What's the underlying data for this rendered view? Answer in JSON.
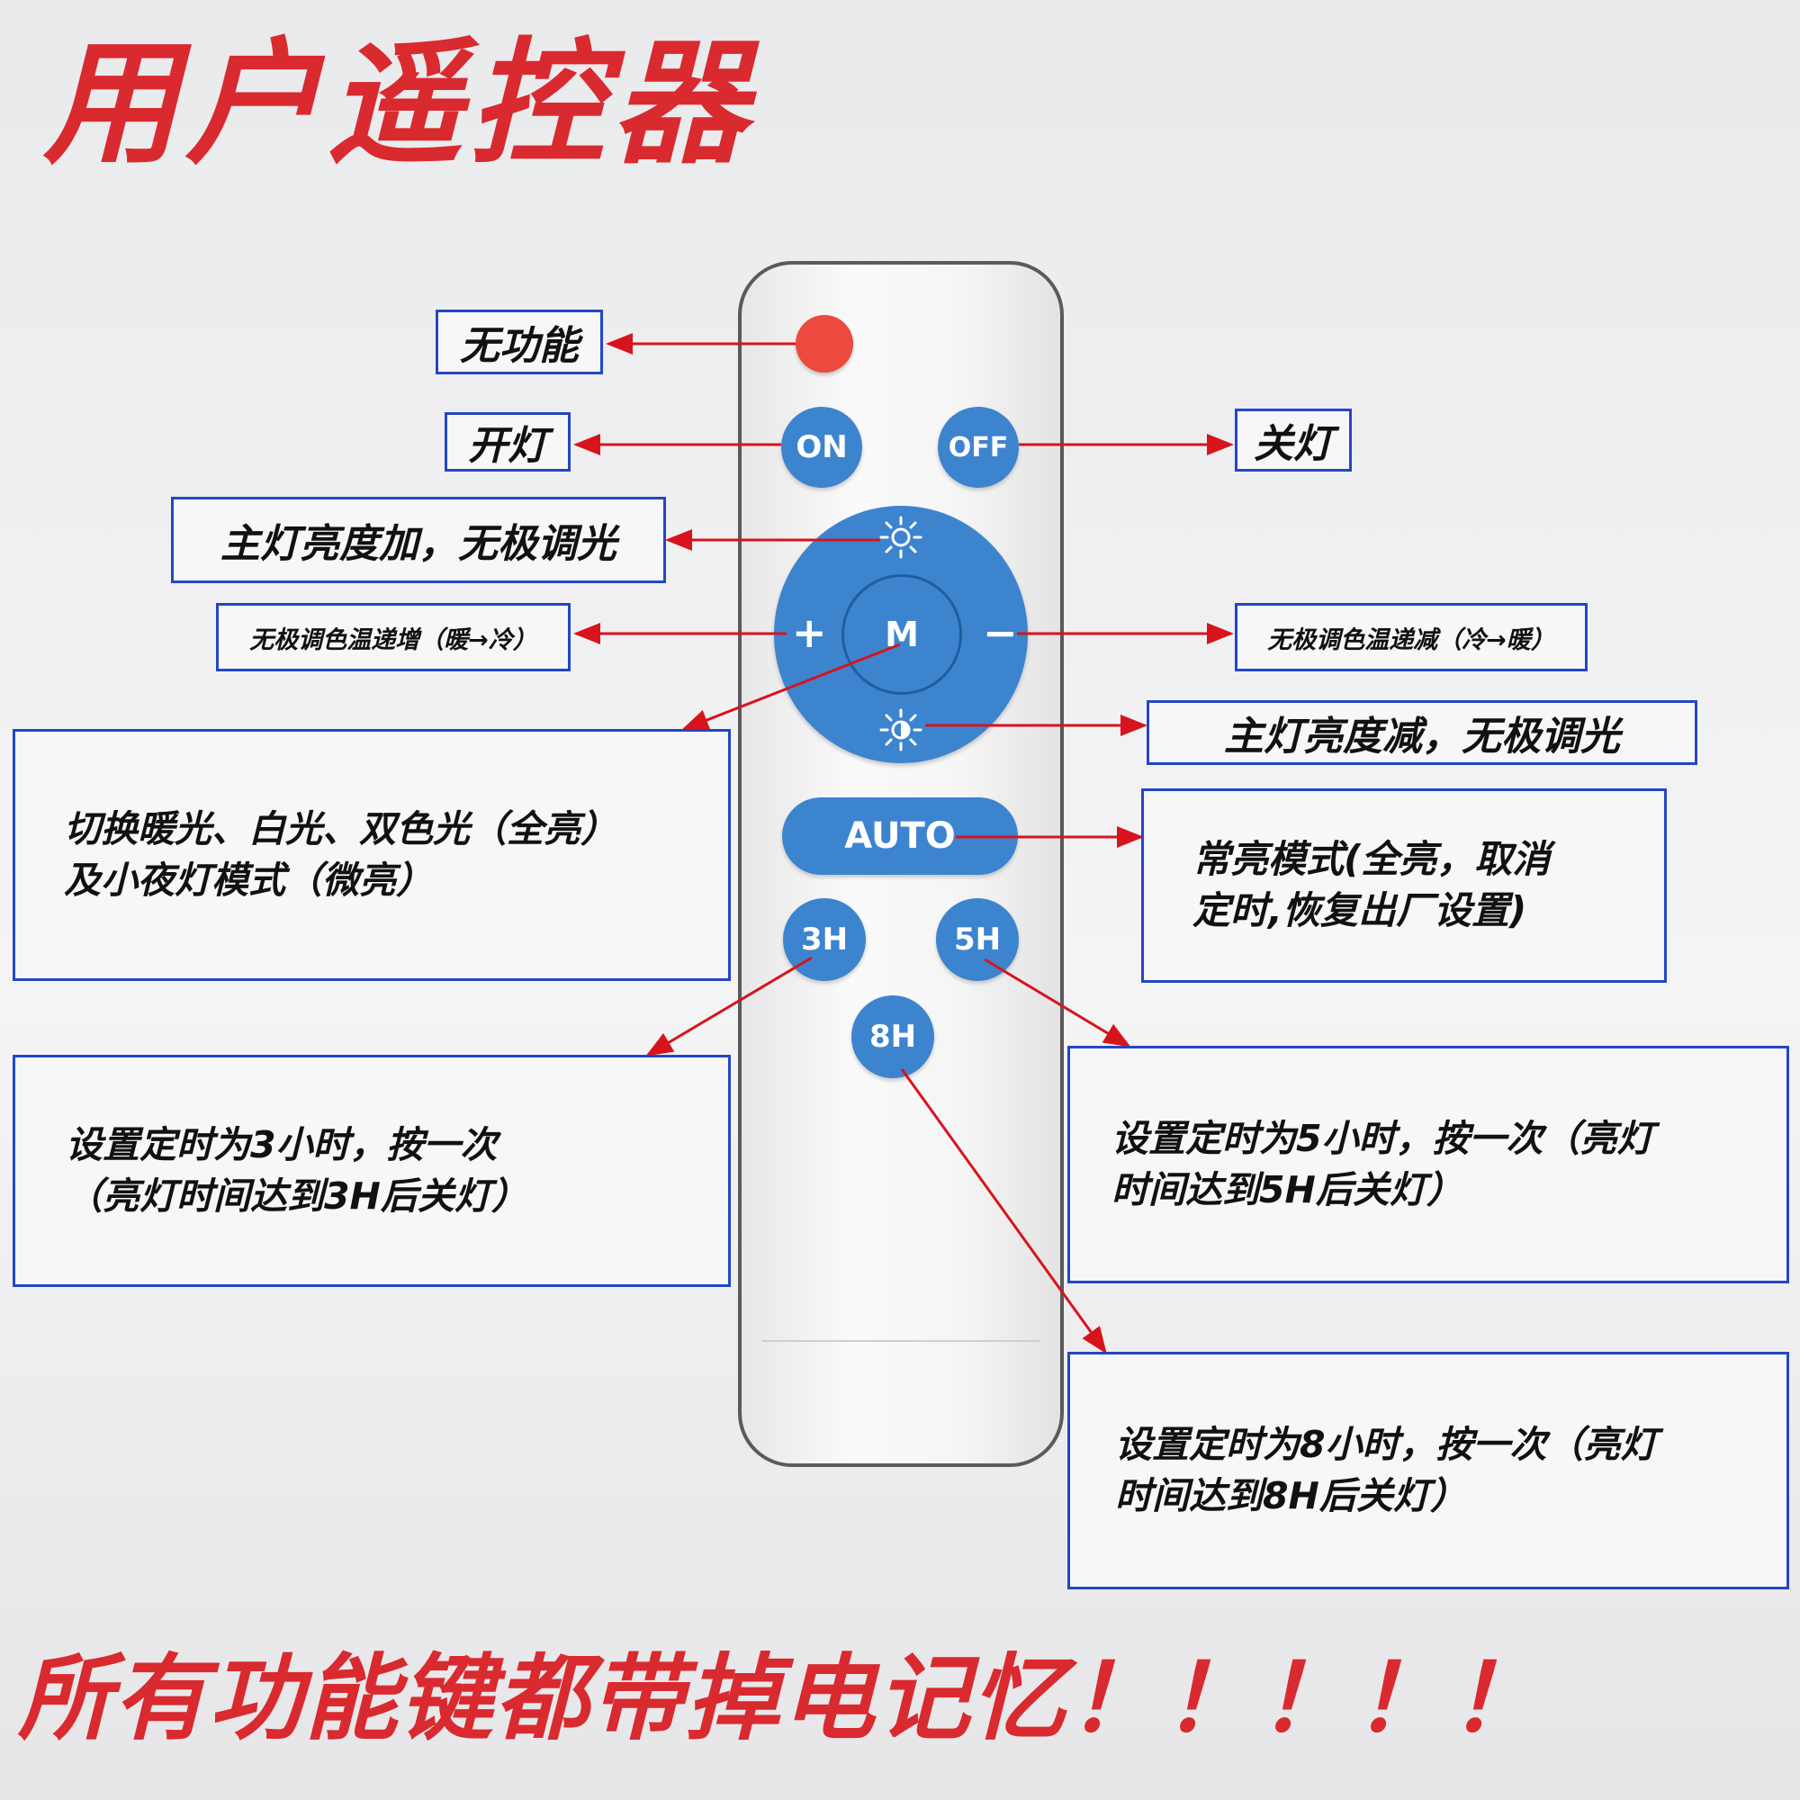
{
  "title": "用户遥控器",
  "footer": "所有功能键都带掉电记忆！！！！！",
  "buttons": {
    "on": "ON",
    "off": "OFF",
    "mode": "M",
    "plus": "+",
    "minus": "−",
    "auto": "AUTO",
    "h3": "3H",
    "h5": "5H",
    "h8": "8H"
  },
  "labels": {
    "no_function": "无功能",
    "light_on": "开灯",
    "light_off": "关灯",
    "brightness_up": "主灯亮度加，无极调光",
    "color_temp_up": "无极调色温递增（暖→冷）",
    "color_temp_down": "无极调色温递减（冷→暖）",
    "brightness_down": "主灯亮度减，无极调光",
    "mode_switch_line1": "切换暖光、白光、双色光（全亮）",
    "mode_switch_line2": "及小夜灯模式（微亮）",
    "auto_line1": "常亮模式(全亮，取消",
    "auto_line2": "定时,恢复出厂设置)",
    "timer3_line1": "设置定时为3小时，按一次",
    "timer3_line2": "（亮灯时间达到3H后关灯）",
    "timer5_line1": "设置定时为5小时，按一次（亮灯",
    "timer5_line2": "时间达到5H后关灯）",
    "timer8_line1": "设置定时为8小时，按一次（亮灯",
    "timer8_line2": "时间达到8H后关灯）"
  },
  "colors": {
    "button_blue": "#3d84cf",
    "indicator_red": "#ec4a3e",
    "label_border": "#2446c5",
    "arrow_red": "#d7141c",
    "title_red": "#d92a2f"
  },
  "icons": {
    "brightness_up": "sun-icon",
    "brightness_down": "half-sun-icon"
  }
}
